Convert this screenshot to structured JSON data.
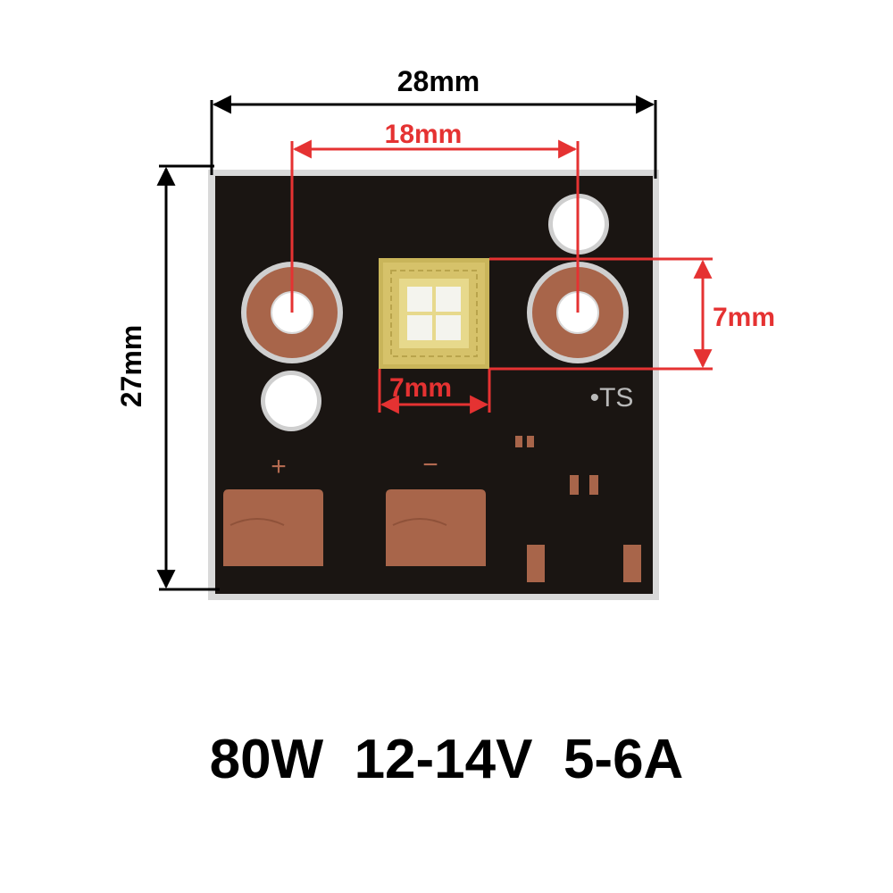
{
  "dimensions": {
    "board_width": "28mm",
    "board_height": "27mm",
    "hole_spacing": "18mm",
    "led_width": "7mm",
    "led_height": "7mm"
  },
  "silkscreen": {
    "plus": "+",
    "minus": "−",
    "ts": "•TS"
  },
  "spec_line": "80W  12-14V  5-6A",
  "colors": {
    "board": "#1a1512",
    "board_edge": "#d9d9d9",
    "copper": "#a8654a",
    "led_gold": "#d6c26a",
    "led_white": "#f4f4ee",
    "dimension_black": "#000000",
    "dimension_red": "#e53232"
  }
}
